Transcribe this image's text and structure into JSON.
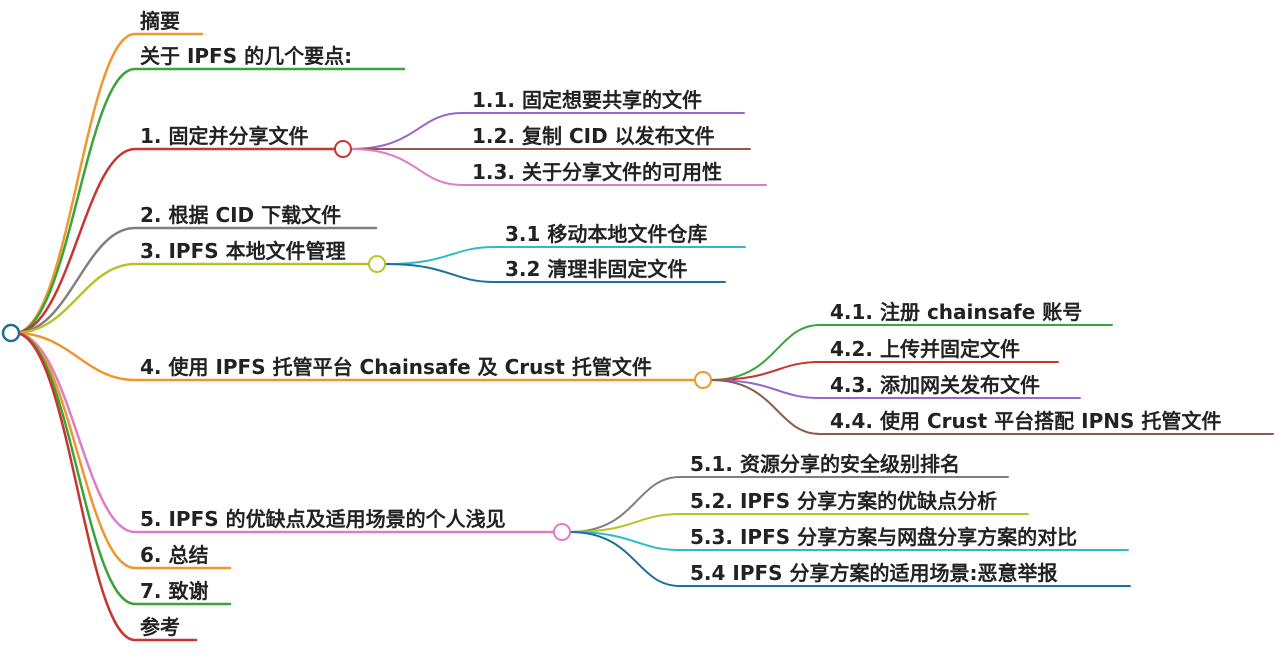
{
  "mindmap": {
    "branches": [
      {
        "id": "b0",
        "label": "摘要",
        "color": "#f0962e",
        "children": []
      },
      {
        "id": "b1",
        "label": "关于 IPFS 的几个要点:",
        "color": "#3aa33a",
        "children": []
      },
      {
        "id": "b2",
        "label": "1. 固定并分享文件",
        "color": "#c8352f",
        "children": [
          {
            "label": "1.1. 固定想要共享的文件",
            "color": "#9966cc"
          },
          {
            "label": "1.2. 复制 CID 以发布文件",
            "color": "#8b5a4a"
          },
          {
            "label": "1.3. 关于分享文件的可用性",
            "color": "#e07bc8"
          }
        ]
      },
      {
        "id": "b3",
        "label": "2. 根据 CID 下载文件",
        "color": "#7f7f7f",
        "children": []
      },
      {
        "id": "b4",
        "label": "3. IPFS 本地文件管理",
        "color": "#b6c42a",
        "children": [
          {
            "label": "3.1 移动本地文件仓库",
            "color": "#2bbcc8"
          },
          {
            "label": "3.2 清理非固定文件",
            "color": "#1f6f9b"
          }
        ]
      },
      {
        "id": "b5",
        "label": "4. 使用 IPFS 托管平台 Chainsafe 及 Crust 托管文件",
        "color": "#f0962e",
        "children": [
          {
            "label": "4.1. 注册 chainsafe 账号",
            "color": "#3aa33a"
          },
          {
            "label": "4.2. 上传并固定文件",
            "color": "#c8352f"
          },
          {
            "label": "4.3. 添加网关发布文件",
            "color": "#9966cc"
          },
          {
            "label": "4.4. 使用 Crust 平台搭配 IPNS 托管文件",
            "color": "#8b5a4a"
          }
        ]
      },
      {
        "id": "b6",
        "label": "5. IPFS 的优缺点及适用场景的个人浅见",
        "color": "#e07bc8",
        "children": [
          {
            "label": "5.1. 资源分享的安全级别排名",
            "color": "#7f7f7f"
          },
          {
            "label": "5.2. IPFS 分享方案的优缺点分析",
            "color": "#b6c42a"
          },
          {
            "label": "5.3. IPFS 分享方案与网盘分享方案的对比",
            "color": "#2bbcc8"
          },
          {
            "label": "5.4 IPFS 分享方案的适用场景:恶意举报",
            "color": "#1f6f9b"
          }
        ]
      },
      {
        "id": "b7",
        "label": "6. 总结",
        "color": "#f0962e",
        "children": []
      },
      {
        "id": "b8",
        "label": "7. 致谢",
        "color": "#3aa33a",
        "children": []
      },
      {
        "id": "b9",
        "label": "参考",
        "color": "#c8352f",
        "children": []
      }
    ],
    "root_color": "#1f6f9b"
  }
}
